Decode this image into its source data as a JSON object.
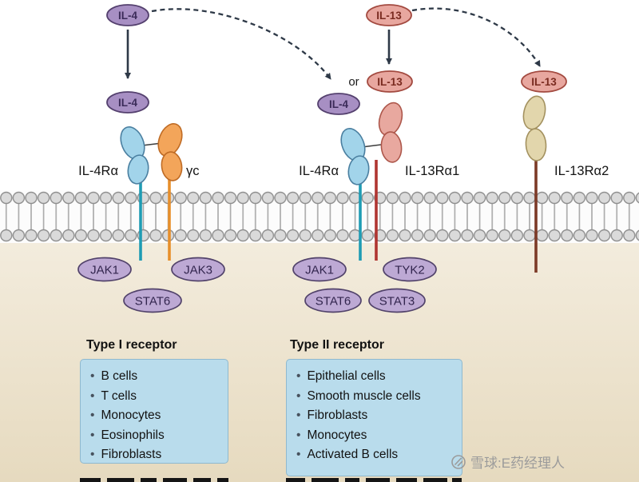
{
  "ligands": {
    "il4_source": "IL-4",
    "il4_bound_type1": "IL-4",
    "il13_source": "IL-13",
    "il13_bound_type2": "IL-13",
    "or": "or",
    "il4_bound_type2": "IL-4",
    "il13_bound_decoy": "IL-13"
  },
  "receptor_labels": {
    "type1_il4ra": "IL-4Rα",
    "type1_gc": "γc",
    "type2_il4ra": "IL-4Rα",
    "type2_il13ra1": "IL-13Rα1",
    "decoy_il13ra2": "IL-13Rα2"
  },
  "signaling": {
    "type1_jak_left": "JAK1",
    "type1_jak_right": "JAK3",
    "type1_stat": "STAT6",
    "type2_jak_left": "JAK1",
    "type2_jak_right": "TYK2",
    "type2_stat_left": "STAT6",
    "type2_stat_right": "STAT3"
  },
  "info_boxes": {
    "type1": {
      "title": "Type I receptor",
      "items": [
        "B cells",
        "T cells",
        "Monocytes",
        "Eosinophils",
        "Fibroblasts"
      ]
    },
    "type2": {
      "title": "Type II receptor",
      "items": [
        "Epithelial cells",
        "Smooth muscle cells",
        "Fibroblasts",
        "Monocytes",
        "Activated B cells"
      ]
    }
  },
  "watermark": {
    "text": "雪球:E药经理人"
  },
  "colors": {
    "background_top": "#ffffff",
    "background_bottom": "#e9dec6",
    "ligand_il4": "#a78fc3",
    "ligand_il13": "#e8a79f",
    "receptor_il4ra": "#a2d4ea",
    "receptor_gc": "#f3a55a",
    "receptor_il13ra1": "#e8a89f",
    "receptor_il13ra2": "#e2d6ac",
    "stem_il4ra": "#1f9cb4",
    "stem_gc": "#e78f2b",
    "stem_il13ra1": "#b03531",
    "stem_il13ra2": "#7c3a27",
    "jak_stat": "#bda9d4",
    "info_box": "#b9dcec",
    "arrow": "#2e3947"
  }
}
